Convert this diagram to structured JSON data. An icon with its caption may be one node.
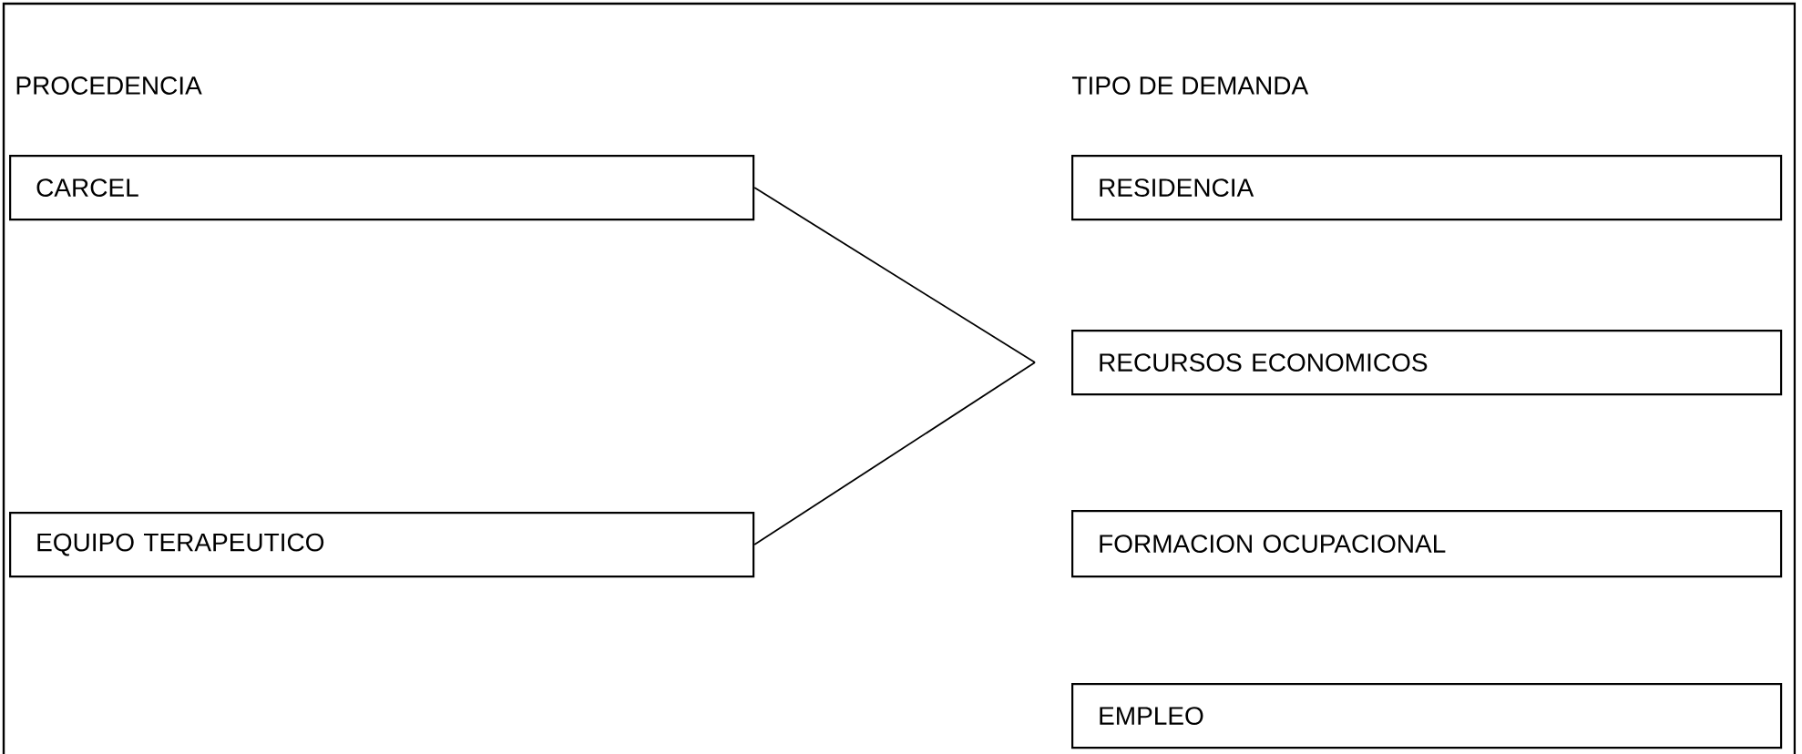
{
  "diagram": {
    "nodes": [
      {
        "text": [
          "CARCEL"
        ]
      },
      {
        "text": [
          "EQUIPO TERAPEUTICO"
        ]
      },
      {
        "text": [
          "RESIDENCIA"
        ]
      },
      {
        "text": [
          "RECURSOS ECONOMICOS"
        ]
      },
      {
        "text": [
          "FORMACION OCUPACIONAL"
        ]
      },
      {
        "text": [
          "EMPLEO"
        ]
      }
    ],
    "edges": [
      {
        "from": 0,
        "to": 3,
        "arrow": "none"
      },
      {
        "from": 1,
        "to": 3,
        "arrow": "none"
      }
    ],
    "labels": [
      "PROCEDENCIA",
      "TIPO DE DEMANDA"
    ]
  }
}
